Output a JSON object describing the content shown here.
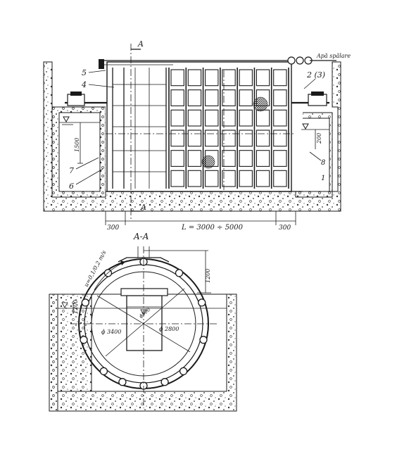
{
  "section_marks": {
    "top_a": "A",
    "bottom_a": "A",
    "section_title": "A-A"
  },
  "callouts": {
    "n5": "5",
    "n4": "4",
    "n2_3": "2 (3)",
    "n7": "7",
    "n6": "6",
    "n8": "8",
    "n1": "1"
  },
  "notes": {
    "apa_spalare": "Apă spălare"
  },
  "dimensions": {
    "d1500": "1500",
    "d200": "200",
    "d300_left": "300",
    "d300_right": "300",
    "length": "L = 3000 ÷ 5000",
    "d1200": "1200",
    "d1200_side": "1200",
    "velocity": "u=0,1/0,2 m/s",
    "phi3400": "ϕ 3400",
    "phi2800": "ϕ 2800",
    "phi500": "ϕ500"
  },
  "colors": {
    "ink": "#1a1a1a",
    "paper": "#ffffff"
  }
}
